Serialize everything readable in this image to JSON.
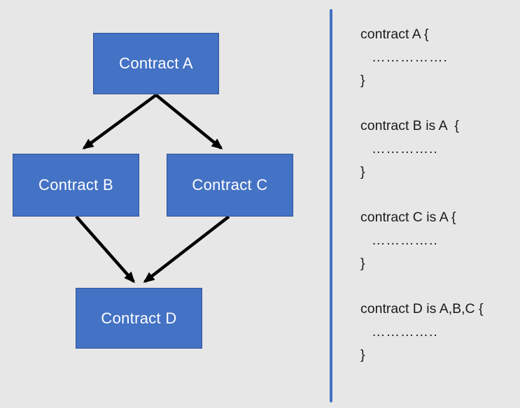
{
  "colors": {
    "background": "#E8E7E7",
    "node_fill": "#4472C4",
    "node_border": "#2F5597",
    "node_text": "#FFFFFF",
    "divider": "#4472C4",
    "arrow": "#000000",
    "code_text": "#1A1A1A"
  },
  "diagram": {
    "nodes": [
      {
        "id": "A",
        "label": "Contract A"
      },
      {
        "id": "B",
        "label": "Contract B"
      },
      {
        "id": "C",
        "label": "Contract C"
      },
      {
        "id": "D",
        "label": "Contract D"
      }
    ],
    "edges": [
      {
        "from": "A",
        "to": "B"
      },
      {
        "from": "A",
        "to": "C"
      },
      {
        "from": "B",
        "to": "D"
      },
      {
        "from": "C",
        "to": "D"
      }
    ]
  },
  "code_panel": {
    "snippets": [
      {
        "declaration": "contract A {",
        "body": "…………….",
        "close": "}"
      },
      {
        "declaration": "contract B is A  {",
        "body": "…………..",
        "close": "}"
      },
      {
        "declaration": "contract C is A {",
        "body": "…………..",
        "close": "}"
      },
      {
        "declaration": "contract D is A,B,C {",
        "body": "…………..",
        "close": "}"
      }
    ]
  }
}
